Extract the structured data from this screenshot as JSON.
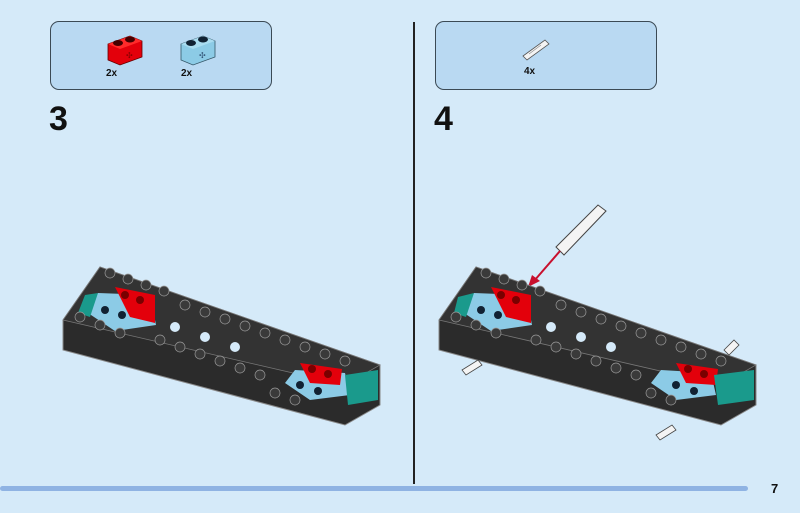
{
  "page_number": "7",
  "steps": [
    {
      "number": "3",
      "parts": [
        {
          "name": "red-technic-brick-1x2",
          "qty": "2x",
          "color": "#e3000b"
        },
        {
          "name": "light-blue-technic-brick-1x2",
          "qty": "2x",
          "color": "#8ccbe6"
        }
      ]
    },
    {
      "number": "4",
      "parts": [
        {
          "name": "white-technic-pin",
          "qty": "4x",
          "color": "#f2f2f2"
        }
      ]
    }
  ],
  "colors": {
    "background": "#d5eaf9",
    "callout": "#b9d9f2",
    "chassis": "#2b2b2b",
    "arrow": "#c8102e",
    "teal": "#1a9a8c"
  }
}
